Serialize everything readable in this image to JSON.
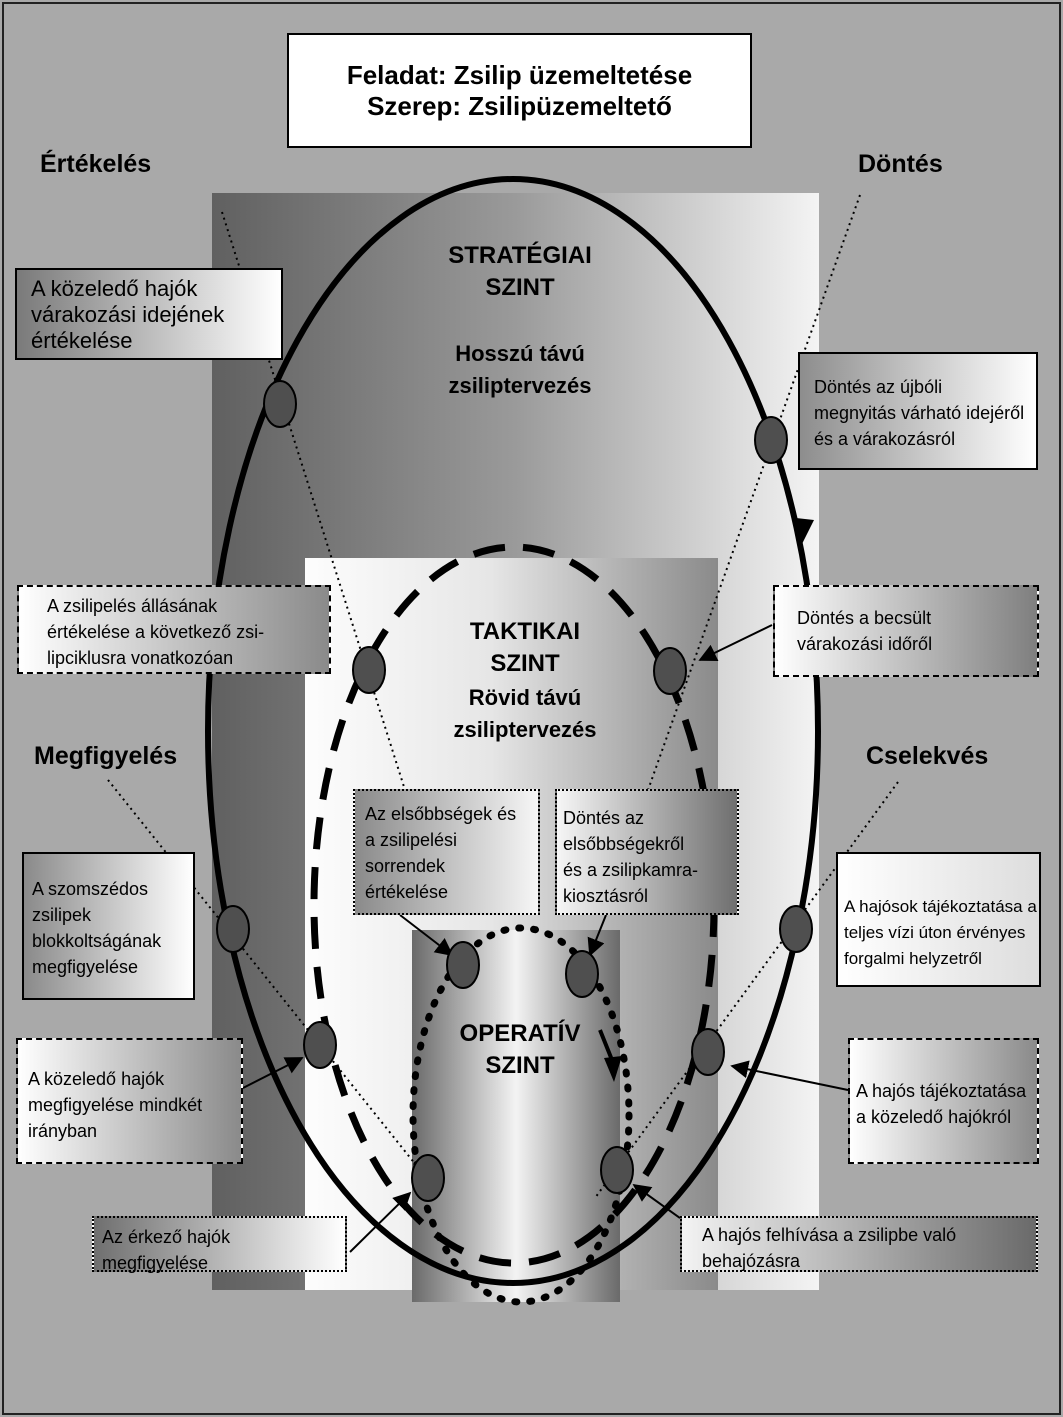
{
  "title": {
    "line1": "Feladat: Zsilip üzemeltetése",
    "line2": "Szerep: Zsilipüzemeltető"
  },
  "corners": {
    "evaluation": "Értékelés",
    "decision": "Döntés",
    "observation": "Megfigyelés",
    "action": "Cselekvés"
  },
  "levels": {
    "strategic": {
      "name": "STRATÉGIAI\nSZINT",
      "sub": "Hosszú távú\nzsiliptervezés"
    },
    "tactical": {
      "name": "TAKTIKAI\nSZINT",
      "sub": "Rövid távú\nzsiliptervezés"
    },
    "operative": {
      "name": "OPERATÍV\nSZINT"
    }
  },
  "boxes": {
    "strategic_eval": "A közeledő hajók\nvárakozási idejének\nértékelése",
    "strategic_decision": "Döntés az újbóli\nmegnyitás várható idejéről\nés a várakozásról",
    "tactical_eval": "A zsilipelés állásának\nértékelése a következő zsi-\nlipciklusra vonatkozóan",
    "tactical_decision": "Döntés a becsült\nvárakozási időről",
    "op_eval": "Az elsőbbségek és\na zsilipelési\nsorrendek\nértékelése",
    "op_decision": "Döntés az\nelsőbbségekről\nés a zsilipkamra-\nkiosztásról",
    "strategic_obs": "A szomszédos\nzsilipek\nblokkoltságának\nmegfigyelése",
    "strategic_action": "A hajósok tájékoztatása a\nteljes vízi úton érvényes\nforgalmi helyzetről",
    "tactical_obs": "A közeledő hajók\nmegfigyelése mindkét\nirányban",
    "tactical_action": "A hajós tájékoztatása\na közeledő hajókról",
    "op_obs": "Az érkező hajók\nmegfigyelése",
    "op_action": "A hajós felhívása a zsilipbe való\nbehajózásra"
  }
}
